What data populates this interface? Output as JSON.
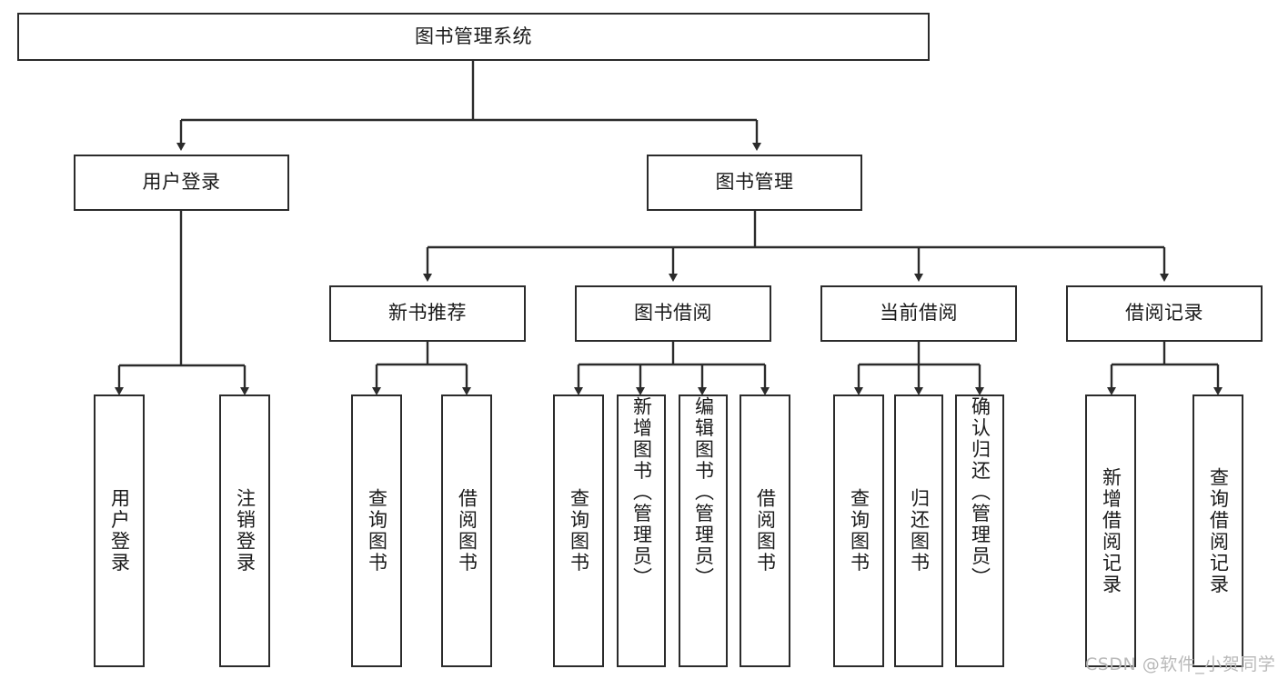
{
  "diagram": {
    "type": "tree-hierarchy",
    "title": "图书管理系统",
    "stroke_color": "#2b2b2b",
    "text_color": "#1a1a1a",
    "background_color": "#ffffff",
    "watermark": "CSDN @软件_小贺同学",
    "watermark_color": "#b9b9b9",
    "levels": [
      {
        "level": 1,
        "nodes": [
          {
            "id": "root",
            "label": "图书管理系统",
            "orientation": "horizontal"
          }
        ]
      },
      {
        "level": 2,
        "nodes": [
          {
            "id": "login",
            "label": "用户登录",
            "orientation": "horizontal",
            "parent": "root"
          },
          {
            "id": "bookmgmt",
            "label": "图书管理",
            "orientation": "horizontal",
            "parent": "root"
          }
        ]
      },
      {
        "level": 3,
        "nodes": [
          {
            "id": "newbook",
            "label": "新书推荐",
            "orientation": "horizontal",
            "parent": "bookmgmt"
          },
          {
            "id": "borrow",
            "label": "图书借阅",
            "orientation": "horizontal",
            "parent": "bookmgmt"
          },
          {
            "id": "current",
            "label": "当前借阅",
            "orientation": "horizontal",
            "parent": "bookmgmt"
          },
          {
            "id": "record",
            "label": "借阅记录",
            "orientation": "horizontal",
            "parent": "bookmgmt"
          }
        ]
      },
      {
        "level": 4,
        "nodes": [
          {
            "id": "leaf1",
            "label": "用户登录",
            "orientation": "vertical",
            "parent": "login"
          },
          {
            "id": "leaf2",
            "label": "注销登录",
            "orientation": "vertical",
            "parent": "login"
          },
          {
            "id": "leaf3",
            "label": "查询图书",
            "orientation": "vertical",
            "parent": "newbook"
          },
          {
            "id": "leaf4",
            "label": "借阅图书",
            "orientation": "vertical",
            "parent": "newbook"
          },
          {
            "id": "leaf5",
            "label": "查询图书",
            "orientation": "vertical",
            "parent": "borrow"
          },
          {
            "id": "leaf6",
            "label": "新增图书（管理员）",
            "orientation": "vertical",
            "parent": "borrow"
          },
          {
            "id": "leaf7",
            "label": "编辑图书（管理员）",
            "orientation": "vertical",
            "parent": "borrow"
          },
          {
            "id": "leaf8",
            "label": "借阅图书",
            "orientation": "vertical",
            "parent": "borrow"
          },
          {
            "id": "leaf9",
            "label": "查询图书",
            "orientation": "vertical",
            "parent": "current"
          },
          {
            "id": "leaf10",
            "label": "归还图书",
            "orientation": "vertical",
            "parent": "current"
          },
          {
            "id": "leaf11",
            "label": "确认归还（管理员）",
            "orientation": "vertical",
            "parent": "current"
          },
          {
            "id": "leaf12",
            "label": "新增借阅记录",
            "orientation": "vertical",
            "parent": "record"
          },
          {
            "id": "leaf13",
            "label": "查询借阅记录",
            "orientation": "vertical",
            "parent": "record"
          }
        ]
      }
    ]
  }
}
